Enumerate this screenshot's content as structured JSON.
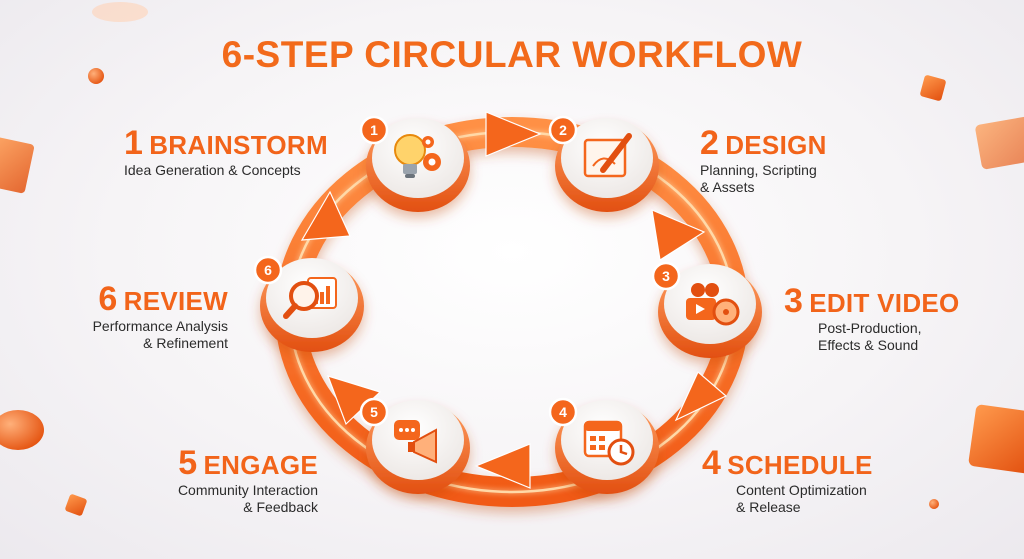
{
  "title": "6-STEP CIRCULAR WORKFLOW",
  "colors": {
    "accent": "#f26a1b",
    "accent_dark": "#d9480f",
    "accent_light": "#ffb380",
    "text": "#2b2b2b"
  },
  "steps": [
    {
      "number": "1",
      "heading": "BRAINSTORM",
      "lines": [
        "Idea Generation & Concepts"
      ],
      "icon": "lightbulb-gears-icon"
    },
    {
      "number": "2",
      "heading": "DESIGN",
      "lines": [
        "Planning, Scripting",
        "& Assets"
      ],
      "icon": "paper-pen-icon"
    },
    {
      "number": "3",
      "heading": "EDIT VIDEO",
      "lines": [
        "Post-Production,",
        "Effects & Sound"
      ],
      "icon": "video-camera-film-reel-icon"
    },
    {
      "number": "4",
      "heading": "SCHEDULE",
      "lines": [
        "Content Optimization",
        "& Release"
      ],
      "icon": "calendar-clock-icon"
    },
    {
      "number": "5",
      "heading": "ENGAGE",
      "lines": [
        "Community Interaction",
        "& Feedback"
      ],
      "icon": "chat-megaphone-icon"
    },
    {
      "number": "6",
      "heading": "REVIEW",
      "lines": [
        "Performance Analysis",
        "& Refinement"
      ],
      "icon": "magnifier-chart-icon"
    }
  ]
}
